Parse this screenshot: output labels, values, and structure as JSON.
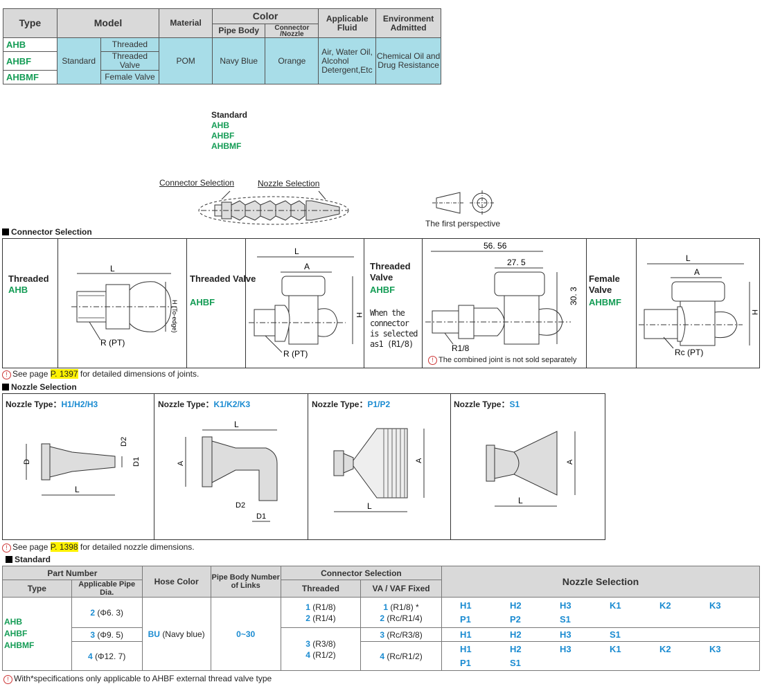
{
  "spec_table": {
    "headers": {
      "type": "Type",
      "model": "Model",
      "material": "Material",
      "color": "Color",
      "pipe_body": "Pipe Body",
      "connector_nozzle": "Connector /Nozzle",
      "applicable_fluid": "Applicable Fluid",
      "environment": "Environment Admitted"
    },
    "types": [
      "AHB",
      "AHBF",
      "AHBMF"
    ],
    "model_group": "Standard",
    "models": [
      "Threaded",
      "Threaded Valve",
      "Female Valve"
    ],
    "material": "POM",
    "pipe_body_color": "Navy Blue",
    "connector_color": "Orange",
    "fluid": "Air, Water Oil, Alcohol Detergent,Etc",
    "environment": "Chemical Oil and Drug Resistance"
  },
  "standard_list": {
    "title": "Standard",
    "items": [
      "AHB",
      "AHBF",
      "AHBMF"
    ]
  },
  "overview": {
    "connector_label": "Connector Selection",
    "nozzle_label": "Nozzle Selection",
    "perspective": "The first perspective"
  },
  "connector_section": {
    "title": "Connector Selection",
    "panels": [
      {
        "name": "Threaded",
        "code": "AHB",
        "dims": [
          "L",
          "H (To-edge)",
          "R (PT)"
        ]
      },
      {
        "name": "Threaded Valve",
        "code": "AHBF",
        "dims": [
          "L",
          "A",
          "H",
          "R (PT)"
        ]
      },
      {
        "name": "Threaded Valve",
        "code": "AHBF",
        "desc": "When the connector is selected as1 (R1/8)",
        "dims": [
          "56. 56",
          "27. 5",
          "30. 3",
          "R1/8"
        ],
        "warning": "The combined joint is not sold separately"
      },
      {
        "name": "Female Valve",
        "code": "AHBMF",
        "dims": [
          "L",
          "A",
          "H",
          "Rc (PT)"
        ]
      }
    ],
    "note_pre": "See page ",
    "note_page": "P. 1397",
    "note_post": " for detailed dimensions of joints."
  },
  "nozzle_section": {
    "title": "Nozzle Selection",
    "panels": [
      {
        "label": "Nozzle Type：",
        "types": "H1/H2/H3",
        "dims": [
          "D",
          "D2",
          "D1",
          "L"
        ]
      },
      {
        "label": "Nozzle Type：",
        "types": "K1/K2/K3",
        "dims": [
          "L",
          "A",
          "D2",
          "D1"
        ]
      },
      {
        "label": "Nozzle Type：",
        "types": "P1/P2",
        "dims": [
          "A",
          "L"
        ]
      },
      {
        "label": "Nozzle Type：",
        "types": "S1",
        "dims": [
          "A",
          "L"
        ]
      }
    ],
    "note_pre": "See page ",
    "note_page": "P. 1398",
    "note_post": " for detailed nozzle dimensions."
  },
  "standard_table": {
    "title": "Standard",
    "headers": {
      "part_number": "Part Number",
      "type": "Type",
      "pipe_dia": "Applicable Pipe Dia.",
      "hose_color": "Hose Color",
      "links": "Pipe Body Number of Links",
      "connector": "Connector Selection",
      "threaded": "Threaded",
      "va": "VA / VAF Fixed",
      "nozzle": "Nozzle Selection"
    },
    "types": [
      "AHB",
      "AHBF",
      "AHBMF"
    ],
    "hose_code": "BU",
    "hose_name": "(Navy blue)",
    "links": "0~30",
    "rows": [
      {
        "dia_code": "2",
        "dia": "(Φ6. 3)",
        "threaded": [
          [
            "1",
            "(R1/8)"
          ],
          [
            "2",
            "(R1/4)"
          ]
        ],
        "va": [
          [
            "1",
            "(R1/8) *"
          ],
          [
            "2",
            "(Rc/R1/4)"
          ]
        ],
        "nozzles": [
          [
            "H1",
            "H2",
            "H3",
            "K1",
            "K2",
            "K3"
          ],
          [
            "P1",
            "P2",
            "S1"
          ]
        ]
      },
      {
        "dia_code": "3",
        "dia": "(Φ9. 5)",
        "threaded": [
          [
            "3",
            "(R3/8)"
          ],
          [
            "4",
            "(R1/2)"
          ]
        ],
        "va": [
          [
            "3",
            "(Rc/R3/8)"
          ]
        ],
        "nozzles": [
          [
            "H1",
            "H2",
            "H3",
            "S1"
          ]
        ]
      },
      {
        "dia_code": "4",
        "dia": "(Φ12. 7)",
        "va": [
          [
            "4",
            "(Rc/R1/2)"
          ]
        ],
        "nozzles": [
          [
            "H1",
            "H2",
            "H3",
            "K1",
            "K2",
            "K3"
          ],
          [
            "P1",
            "S1"
          ]
        ]
      }
    ],
    "footnote": "With*specifications only applicable to AHBF external thread valve type"
  },
  "colors": {
    "green": "#149c55",
    "blue": "#1a8bd1",
    "cyan": "#a8dde8",
    "grey": "#d9d9d9",
    "highlight": "#fff200"
  }
}
